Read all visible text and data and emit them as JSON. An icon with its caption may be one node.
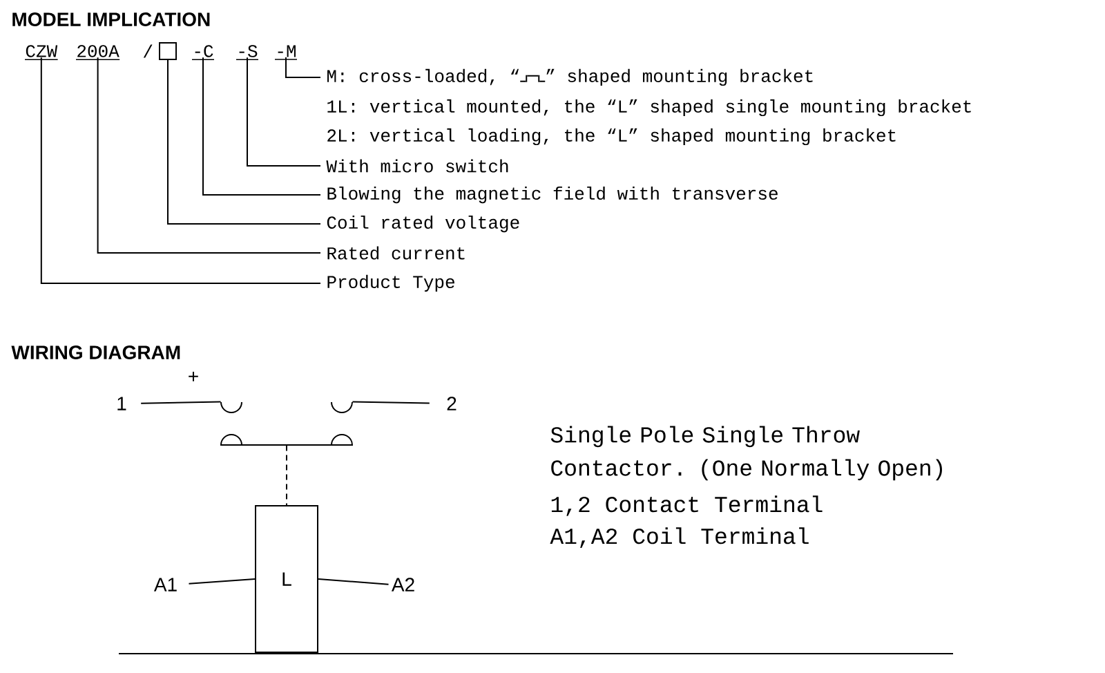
{
  "diagram": {
    "title": "MODEL IMPLICATION",
    "nodes": [
      {
        "text": [
          "CZW"
        ]
      },
      {
        "text": [
          "200A"
        ]
      },
      {
        "text": [],
        "shape": "box"
      },
      {
        "text": [
          "-C"
        ]
      },
      {
        "text": [
          "-S"
        ]
      },
      {
        "text": [
          "-M"
        ]
      },
      {
        "text": [
          "M: cross-loaded, “",
          "” shaped mounting bracket"
        ]
      },
      {
        "text": [
          "With micro switch"
        ]
      },
      {
        "text": [
          "Blowing the magnetic field with transverse"
        ]
      },
      {
        "text": [
          "Coil rated voltage"
        ]
      },
      {
        "text": [
          "Rated current"
        ]
      },
      {
        "text": [
          "Product Type"
        ]
      },
      {
        "text": [
          "1"
        ]
      },
      {
        "text": [],
        "shape": "arc"
      },
      {
        "text": [],
        "shape": "arc"
      },
      {
        "text": [
          "2"
        ]
      },
      {
        "text": [],
        "shape": "bar"
      },
      {
        "text": [
          "A1"
        ]
      },
      {
        "text": [
          "L"
        ]
      },
      {
        "text": [
          "A2"
        ]
      }
    ],
    "edges": [
      {
        "from": 5,
        "to": 6,
        "arrow": "none"
      },
      {
        "from": 4,
        "to": 7,
        "arrow": "none"
      },
      {
        "from": 3,
        "to": 8,
        "arrow": "none"
      },
      {
        "from": 2,
        "to": 9,
        "arrow": "none"
      },
      {
        "from": 1,
        "to": 10,
        "arrow": "none"
      },
      {
        "from": 0,
        "to": 11,
        "arrow": "none"
      },
      {
        "from": 12,
        "to": 13,
        "arrow": "none"
      },
      {
        "from": 14,
        "to": 15,
        "arrow": "none"
      },
      {
        "from": 16,
        "to": 18,
        "arrow": "none",
        "style": "dashed"
      },
      {
        "from": 17,
        "to": 18,
        "arrow": "none"
      },
      {
        "from": 18,
        "to": 19,
        "arrow": "none"
      }
    ],
    "labels": [
      "/",
      "1L: vertical mounted, the “L” shaped single mounting bracket",
      "2L: vertical loading, the “L” shaped mounting bracket",
      "WIRING DIAGRAM",
      "+",
      "Single Pole Single Throw Contactor. (One Normally Open)",
      "1,2 Contact Terminal",
      "A1,A2 Coil Terminal"
    ]
  }
}
